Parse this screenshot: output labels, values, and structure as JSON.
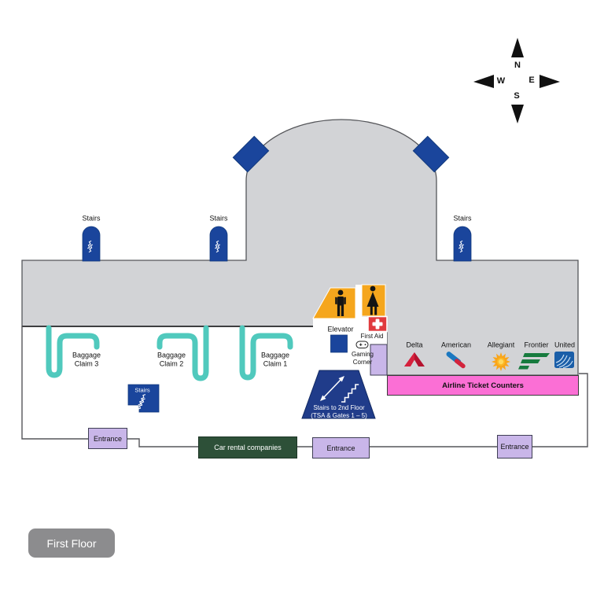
{
  "compass": {
    "north": "N",
    "west": "W",
    "east": "E",
    "south": "S"
  },
  "stairs_labels": [
    "Stairs",
    "Stairs",
    "Stairs"
  ],
  "small_stairs_label": "Stairs",
  "baggage_claims": [
    {
      "line1": "Baggage",
      "line2": "Claim 3"
    },
    {
      "line1": "Baggage",
      "line2": "Claim 2"
    },
    {
      "line1": "Baggage",
      "line2": "Claim 1"
    }
  ],
  "facilities": {
    "elevator": "Elevator",
    "first_aid": "First Aid",
    "gaming_line1": "Gaming",
    "gaming_line2": "Corner",
    "stairs_2nd_line1": "Stairs to 2nd Floor",
    "stairs_2nd_line2": "(TSA & Gates 1 – 5)"
  },
  "airlines": [
    "Delta",
    "American",
    "Allegiant",
    "Frontier",
    "United"
  ],
  "ticket_counters_label": "Airline Ticket Counters",
  "entrance_labels": [
    "Entrance",
    "Entrance",
    "Entrance"
  ],
  "car_rental_label": "Car rental companies",
  "floor_label": "First Floor",
  "colors": {
    "terminal_gray": "#d2d3d6",
    "outline_gray": "#55565a",
    "navy_blue": "#1a459c",
    "trapezoid_navy": "#203c8a",
    "teal": "#50c9bd",
    "restroom_orange": "#f5a61d",
    "first_aid_red": "#e03a3e",
    "counter_pink": "#fb6fd5",
    "entrance_lavender": "#c9b6e9",
    "car_rental_green": "#2d5038",
    "badge_gray": "#8c8c8e"
  }
}
